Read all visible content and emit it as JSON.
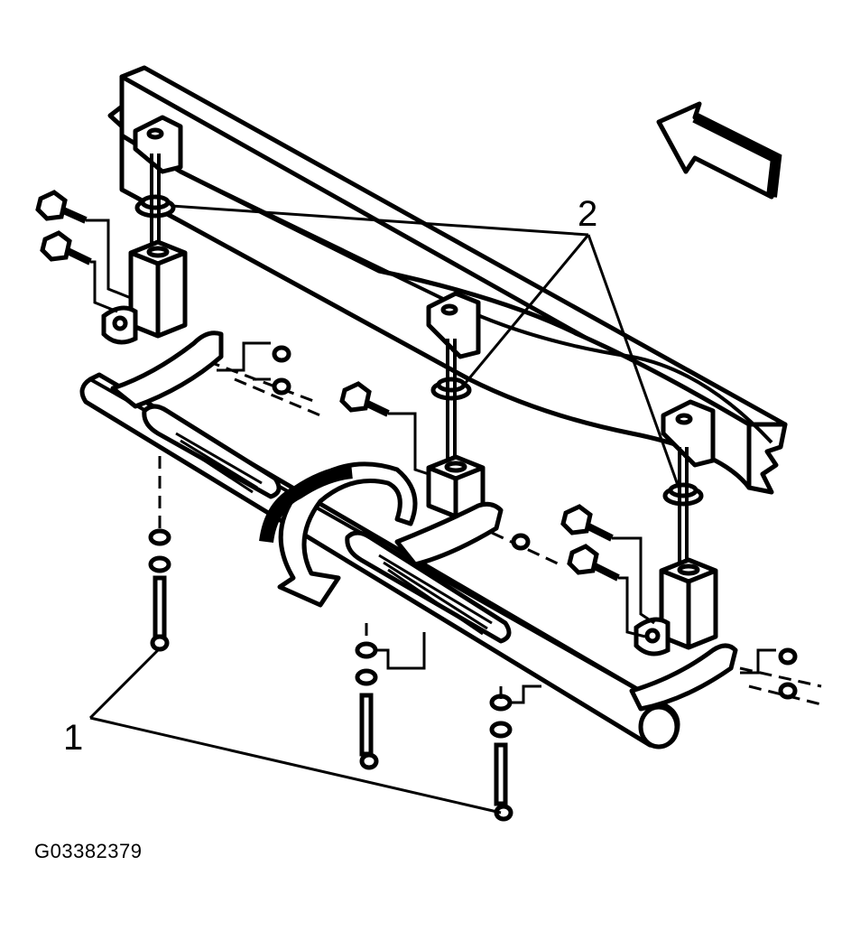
{
  "callouts": {
    "one": "1",
    "two": "2"
  },
  "figure_id": "G03382379",
  "colors": {
    "line": "#000000",
    "background": "#ffffff"
  }
}
